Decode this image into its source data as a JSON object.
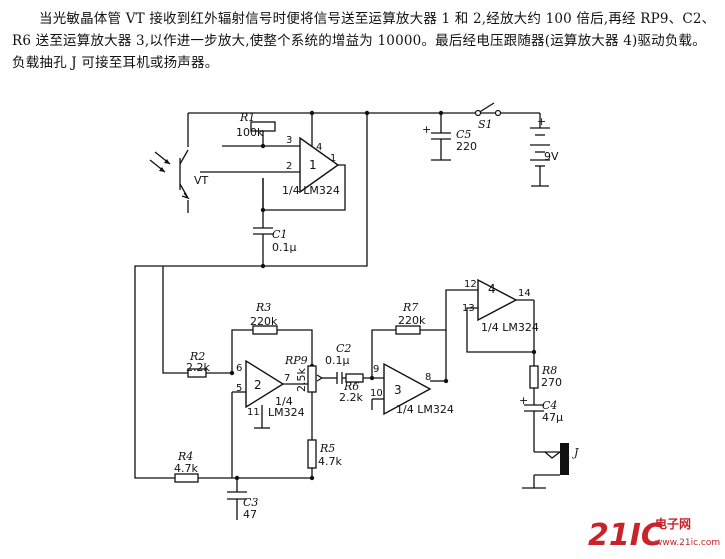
{
  "description": "当光敏晶体管 VT 接收到红外辐射信号时便将信号送至运算放大器 1 和 2,经放大约 100 倍后,再经 RP9、C2、R6 送至运算放大器 3,以作进一步放大,使整个系统的增益为 10000。最后经电压跟随器(运算放大器 4)驱动负载。负载抽孔 J 可接至耳机或扬声器。",
  "components": {
    "r1": {
      "ref": "R1",
      "value": "100k"
    },
    "r2": {
      "ref": "R2",
      "value": "2.2k"
    },
    "r3": {
      "ref": "R3",
      "value": "220k"
    },
    "r4": {
      "ref": "R4",
      "value": "4.7k"
    },
    "r5": {
      "ref": "R5",
      "value": "4.7k"
    },
    "r6": {
      "ref": "R6",
      "value": "2.2k"
    },
    "r7": {
      "ref": "R7",
      "value": "220k"
    },
    "r8": {
      "ref": "R8",
      "value": "270"
    },
    "rp9": {
      "ref": "RP9",
      "value": "2.5k"
    },
    "c1": {
      "ref": "C1",
      "value": "0.1μ"
    },
    "c2": {
      "ref": "C2",
      "value": "0.1μ"
    },
    "c3": {
      "ref": "C3",
      "value": "47"
    },
    "c4": {
      "ref": "C4",
      "value": "47μ"
    },
    "c5": {
      "ref": "C5",
      "value": "220"
    },
    "s1": {
      "ref": "S1"
    },
    "battery": {
      "value": "9V"
    },
    "vt": {
      "ref": "VT"
    },
    "jack": {
      "ref": "J"
    }
  },
  "opamps": {
    "u1": {
      "num": "1",
      "chip": "1/4 LM324",
      "pins": [
        "3",
        "2",
        "4",
        "1"
      ]
    },
    "u2": {
      "num": "2",
      "chip_a": "1/4",
      "chip_b": "LM324",
      "pins": [
        "6",
        "5",
        "11",
        "7"
      ]
    },
    "u3": {
      "num": "3",
      "chip": "1/4 LM324",
      "pins": [
        "9",
        "10",
        "8"
      ]
    },
    "u4": {
      "num": "4",
      "chip": "1/4 LM324",
      "pins": [
        "12",
        "13",
        "14"
      ]
    }
  },
  "symbols": {
    "plus": "+",
    "minus": "−"
  },
  "watermark": {
    "brand": "21IC",
    "cn": "电子网",
    "url": "www.21ic.com"
  },
  "colors": {
    "ink": "#111111",
    "watermark": "#c8232b"
  }
}
